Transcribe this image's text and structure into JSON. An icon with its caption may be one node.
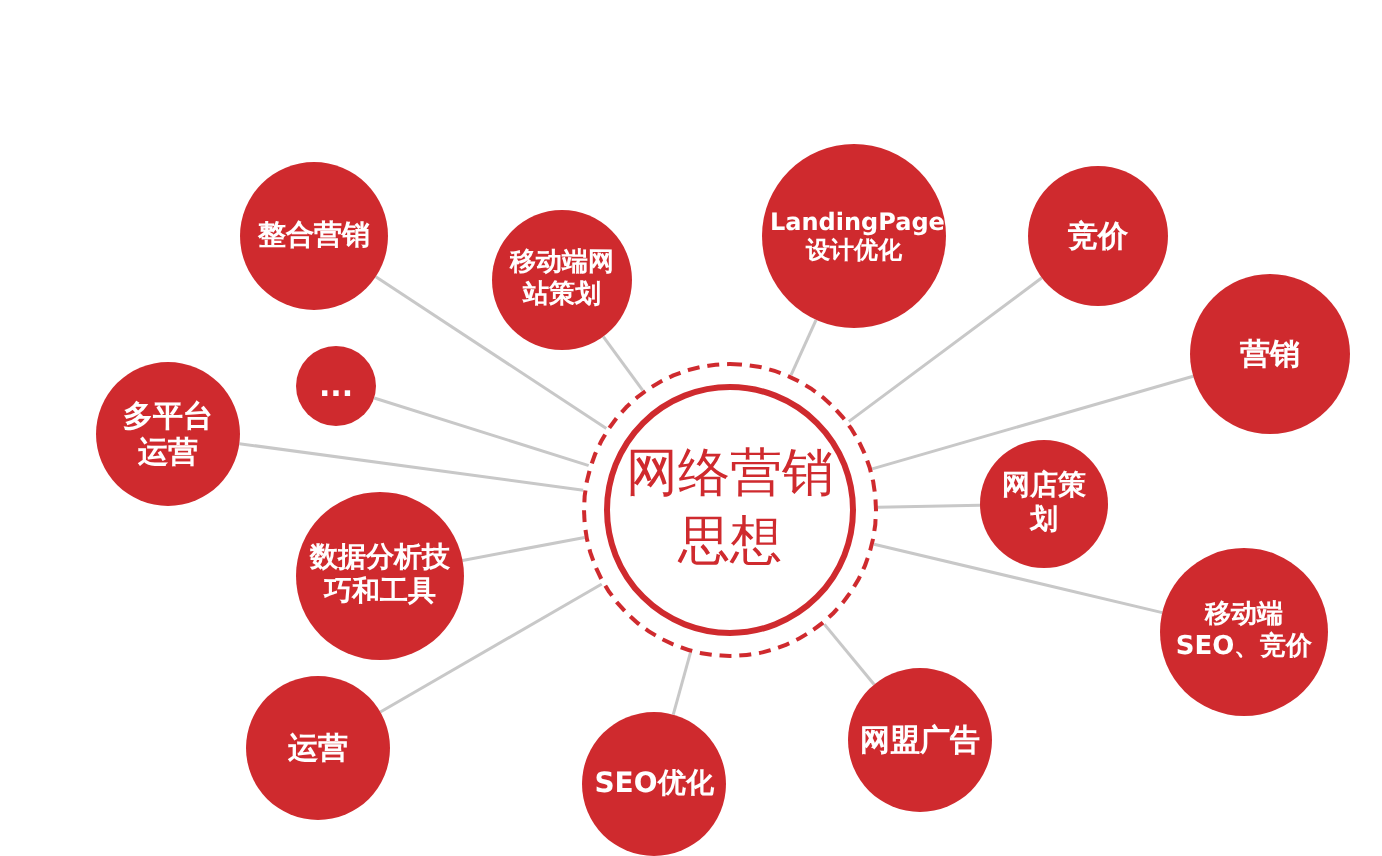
{
  "diagram": {
    "nodes": [
      {
        "text": [
          "网络营销思想"
        ]
      },
      {
        "text": [
          "整合营销"
        ]
      },
      {
        "text": [
          "移动端网站策划"
        ]
      },
      {
        "text": [
          "LandingPage设计优化"
        ]
      },
      {
        "text": [
          "竞价"
        ]
      },
      {
        "text": [
          "营销"
        ]
      },
      {
        "text": [
          "..."
        ]
      },
      {
        "text": [
          "多平台运营"
        ]
      },
      {
        "text": [
          "网店策划"
        ]
      },
      {
        "text": [
          "数据分析技巧和工具"
        ]
      },
      {
        "text": [
          "移动端SEO、竞价"
        ]
      },
      {
        "text": [
          "运营"
        ]
      },
      {
        "text": [
          "SEO优化"
        ]
      },
      {
        "text": [
          "网盟广告"
        ]
      }
    ],
    "edges": [
      {
        "from": 0,
        "to": 1,
        "arrow": "none"
      },
      {
        "from": 0,
        "to": 2,
        "arrow": "none"
      },
      {
        "from": 0,
        "to": 3,
        "arrow": "none"
      },
      {
        "from": 0,
        "to": 4,
        "arrow": "none"
      },
      {
        "from": 0,
        "to": 5,
        "arrow": "none"
      },
      {
        "from": 0,
        "to": 6,
        "arrow": "none"
      },
      {
        "from": 0,
        "to": 7,
        "arrow": "none"
      },
      {
        "from": 0,
        "to": 8,
        "arrow": "none"
      },
      {
        "from": 0,
        "to": 9,
        "arrow": "none"
      },
      {
        "from": 0,
        "to": 10,
        "arrow": "none"
      },
      {
        "from": 0,
        "to": 11,
        "arrow": "none"
      },
      {
        "from": 0,
        "to": 12,
        "arrow": "none"
      },
      {
        "from": 0,
        "to": 13,
        "arrow": "none"
      }
    ]
  }
}
